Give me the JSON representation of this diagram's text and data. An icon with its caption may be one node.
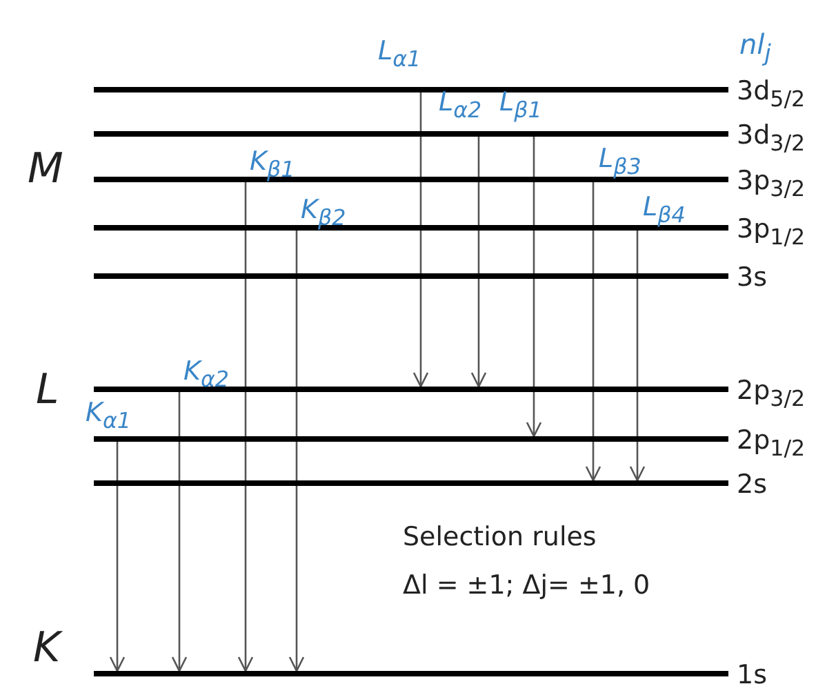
{
  "diagram": {
    "nodes": [
      {
        "text": [],
        "shape": "bar",
        "beside": [
          "3d$_{5/2}$"
        ]
      },
      {
        "text": [],
        "shape": "bar",
        "beside": [
          "3d$_{3/2}$"
        ]
      },
      {
        "text": [],
        "shape": "bar",
        "beside": [
          "3p$_{3/2}$"
        ]
      },
      {
        "text": [],
        "shape": "bar",
        "beside": [
          "3p$_{1/2}$"
        ]
      },
      {
        "text": [],
        "shape": "bar",
        "beside": [
          "3s"
        ]
      },
      {
        "text": [],
        "shape": "bar",
        "beside": [
          "2p$_{3/2}$"
        ]
      },
      {
        "text": [],
        "shape": "bar",
        "beside": [
          "2p$_{1/2}$"
        ]
      },
      {
        "text": [],
        "shape": "bar",
        "beside": [
          "2s"
        ]
      },
      {
        "text": [],
        "shape": "bar",
        "beside": [
          "1s"
        ]
      }
    ],
    "edges": [
      {
        "from": 6,
        "to": 8,
        "arrow": "to",
        "label": "K$_{α1}$"
      },
      {
        "from": 5,
        "to": 8,
        "arrow": "to",
        "label": "K$_{α2}$"
      },
      {
        "from": 2,
        "to": 8,
        "arrow": "to",
        "label": "K$_{β1}$"
      },
      {
        "from": 3,
        "to": 8,
        "arrow": "to",
        "label": "K$_{β2}$"
      },
      {
        "from": 0,
        "to": 5,
        "arrow": "to",
        "label": "L$_{α1}$"
      },
      {
        "from": 1,
        "to": 5,
        "arrow": "to",
        "label": "L$_{α2}$"
      },
      {
        "from": 1,
        "to": 6,
        "arrow": "to",
        "label": "L$_{β1}$"
      },
      {
        "from": 2,
        "to": 7,
        "arrow": "to",
        "label": "L$_{β3}$"
      },
      {
        "from": 3,
        "to": 7,
        "arrow": "to",
        "label": "L$_{β4}$"
      }
    ],
    "labels": [
      "nl$_{j}$",
      "M",
      "L",
      "K",
      "Selection rules",
      "Δl = ±1; Δj= ±1, 0"
    ]
  }
}
